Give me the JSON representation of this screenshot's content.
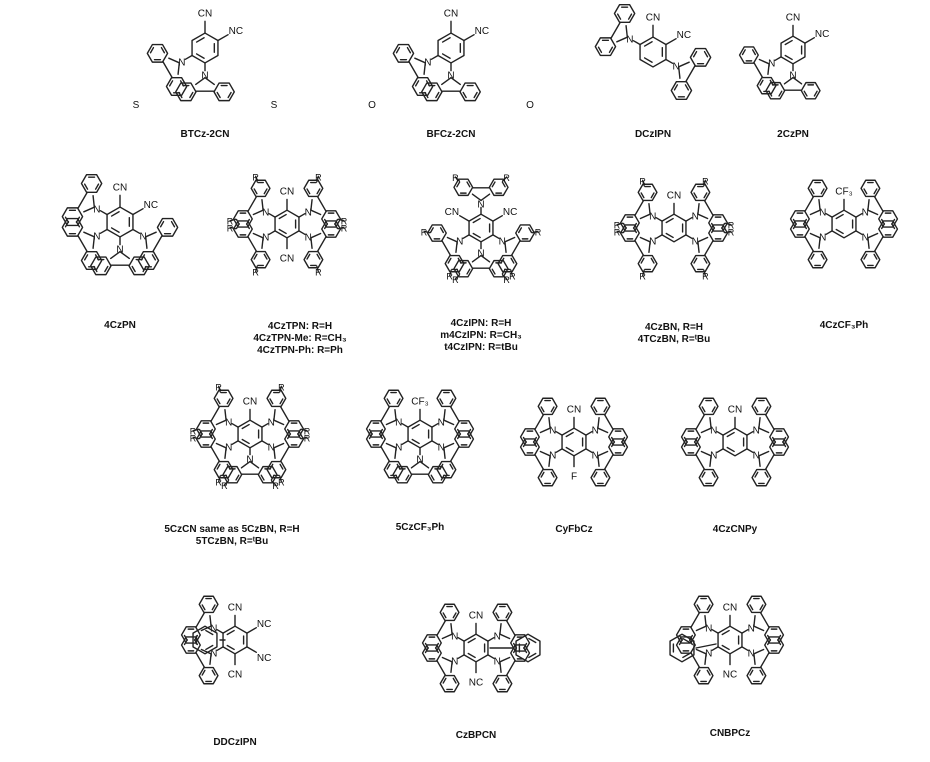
{
  "molecules": [
    {
      "id": "btcz-2cn",
      "caption": [
        "BTCz-2CN"
      ],
      "atoms": [
        "NC",
        "CN",
        "N",
        "N",
        "S",
        "S"
      ]
    },
    {
      "id": "bfcz-2cn",
      "caption": [
        "BFCz-2CN"
      ],
      "atoms": [
        "NC",
        "CN",
        "N",
        "N",
        "O",
        "O"
      ]
    },
    {
      "id": "dczipn",
      "caption": [
        "DCzIPN"
      ],
      "atoms": [
        "NC",
        "CN",
        "N",
        "N"
      ]
    },
    {
      "id": "2czpn",
      "caption": [
        "2CzPN"
      ],
      "atoms": [
        "NC",
        "CN",
        "N",
        "N"
      ]
    },
    {
      "id": "4czpn",
      "caption": [
        "4CzPN"
      ],
      "atoms": [
        "NC",
        "CN",
        "N",
        "N",
        "N",
        "N"
      ]
    },
    {
      "id": "4cztpn",
      "caption": [
        "4CzTPN: R=H",
        "4CzTPN-Me: R=CH₃",
        "4CzTPN-Ph: R=Ph"
      ],
      "atoms": [
        "CN",
        "CN",
        "N",
        "N",
        "N",
        "N",
        "R",
        "R",
        "R",
        "R",
        "R",
        "R",
        "R",
        "R"
      ]
    },
    {
      "id": "4czipn",
      "caption": [
        "4CzIPN: R=H",
        "m4CzIPN: R=CH₃",
        "t4CzIPN: R=tBu"
      ],
      "atoms": [
        "NC",
        "CN",
        "N",
        "N",
        "N",
        "N",
        "R",
        "R",
        "R",
        "R",
        "R",
        "R",
        "R",
        "R"
      ]
    },
    {
      "id": "4czbn",
      "caption": [
        "4CzBN, R=H",
        "4TCzBN, R=ᵗBu"
      ],
      "atoms": [
        "CN",
        "N",
        "N",
        "N",
        "N",
        "R",
        "R",
        "R",
        "R",
        "R",
        "R",
        "R",
        "R"
      ]
    },
    {
      "id": "4czcf3ph",
      "caption": [
        "4CzCF₃Ph"
      ],
      "atoms": [
        "CF₃",
        "N",
        "N",
        "N",
        "N"
      ]
    },
    {
      "id": "5czcn",
      "caption": [
        "5CzCN same as 5CzBN, R=H",
        "5TCzBN, R=ᵗBu"
      ],
      "atoms": [
        "CN",
        "N",
        "N",
        "N",
        "N",
        "N",
        "R",
        "R",
        "R",
        "R",
        "R",
        "R",
        "R",
        "R",
        "R",
        "R"
      ]
    },
    {
      "id": "5czcf3ph",
      "caption": [
        "5CzCF₃Ph"
      ],
      "atoms": [
        "CF₃",
        "N",
        "N",
        "N",
        "N",
        "N"
      ]
    },
    {
      "id": "cyfbcz",
      "caption": [
        "CyFbCz"
      ],
      "atoms": [
        "CN",
        "N",
        "N",
        "N",
        "N",
        "F"
      ]
    },
    {
      "id": "4czcnpy",
      "caption": [
        "4CzCNPy"
      ],
      "atoms": [
        "CN",
        "N",
        "N",
        "N",
        "N",
        "N"
      ]
    },
    {
      "id": "ddczipn",
      "caption": [
        "DDCzIPN"
      ],
      "atoms": [
        "NC",
        "CN",
        "NC",
        "CN",
        "N",
        "N",
        "N",
        "N"
      ]
    },
    {
      "id": "czbpcn",
      "caption": [
        "CzBPCN"
      ],
      "atoms": [
        "CN",
        "NC",
        "N",
        "N",
        "N",
        "N"
      ]
    },
    {
      "id": "cnbpcz",
      "caption": [
        "CNBPCz"
      ],
      "atoms": [
        "CN",
        "NC",
        "N",
        "N",
        "N",
        "N"
      ]
    }
  ]
}
